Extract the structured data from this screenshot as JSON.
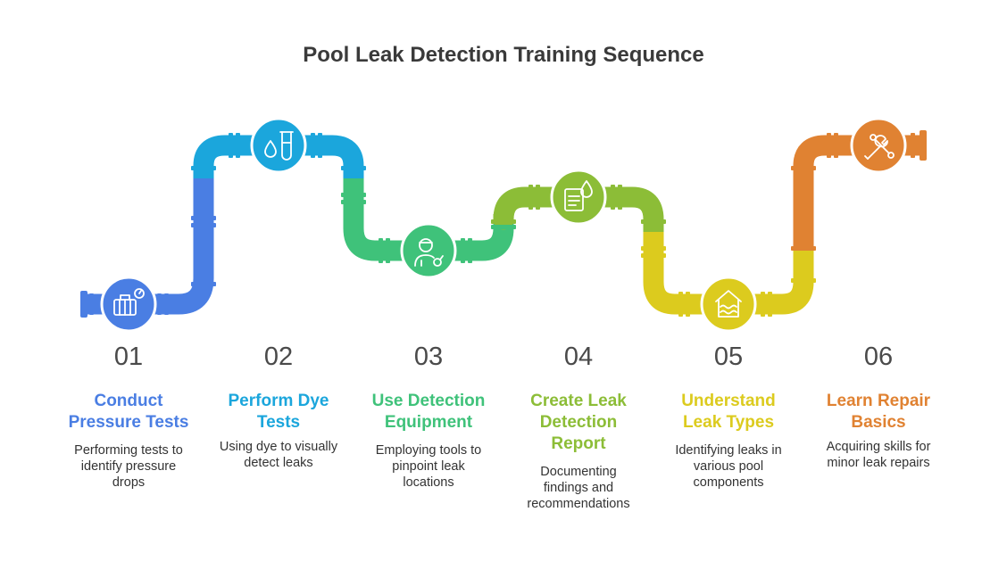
{
  "title": "Pool Leak Detection Training Sequence",
  "steps": [
    {
      "number": "01",
      "title": "Conduct Pressure Tests",
      "description": "Performing tests to identify pressure drops",
      "color": "#4a7ee3",
      "icon": "pressure-gauge-icon"
    },
    {
      "number": "02",
      "title": "Perform Dye Tests",
      "description": "Using dye to visually detect leaks",
      "color": "#1ba6dc",
      "icon": "dye-test-tube-icon"
    },
    {
      "number": "03",
      "title": "Use Detection Equipment",
      "description": "Employing tools to pinpoint leak locations",
      "color": "#3fc27a",
      "icon": "technician-icon"
    },
    {
      "number": "04",
      "title": "Create Leak Detection Report",
      "description": "Documenting findings and recommendations",
      "color": "#8cbd37",
      "icon": "report-drop-icon"
    },
    {
      "number": "05",
      "title": "Understand Leak Types",
      "description": "Identifying leaks in various pool components",
      "color": "#dccb1e",
      "icon": "pool-house-icon"
    },
    {
      "number": "06",
      "title": "Learn Repair Basics",
      "description": "Acquiring skills for minor leak repairs",
      "color": "#e08232",
      "icon": "wrench-tools-icon"
    }
  ]
}
